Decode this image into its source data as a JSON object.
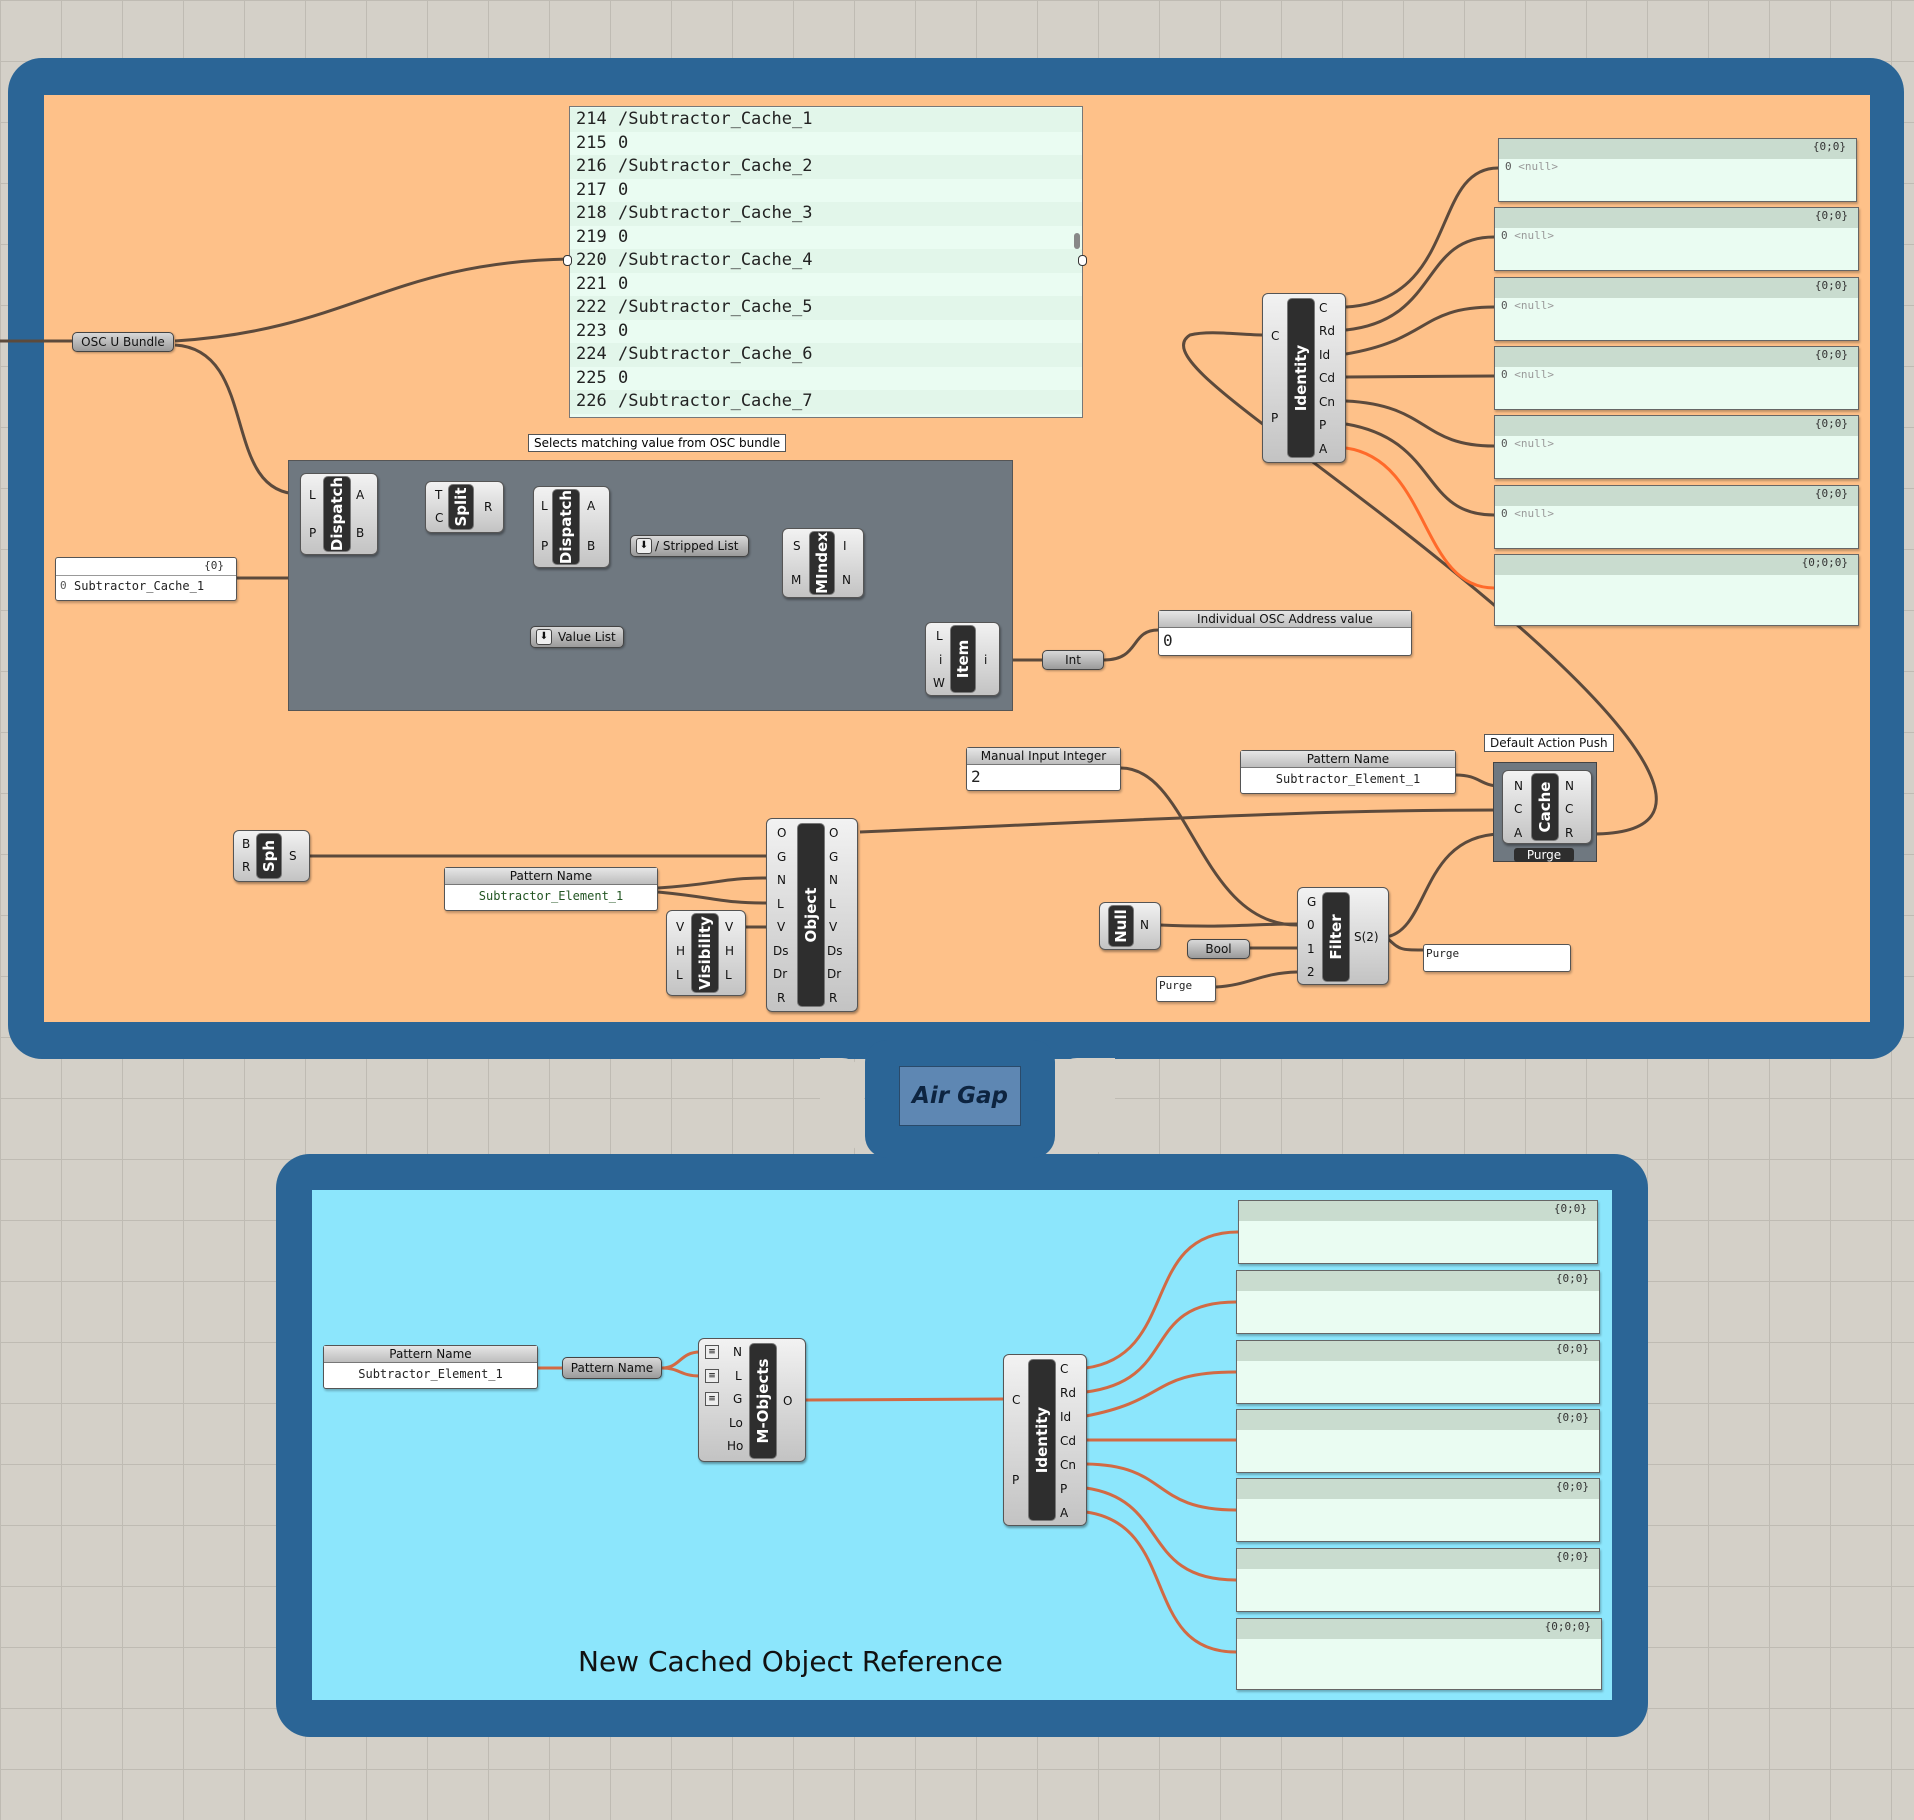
{
  "osc_bundle": {
    "label": "OSC U  Bundle"
  },
  "osc_list": [
    {
      "i": "214",
      "v": "/Subtractor_Cache_1"
    },
    {
      "i": "215",
      "v": "0"
    },
    {
      "i": "216",
      "v": "/Subtractor_Cache_2"
    },
    {
      "i": "217",
      "v": "0"
    },
    {
      "i": "218",
      "v": "/Subtractor_Cache_3"
    },
    {
      "i": "219",
      "v": "0"
    },
    {
      "i": "220",
      "v": "/Subtractor_Cache_4"
    },
    {
      "i": "221",
      "v": "0"
    },
    {
      "i": "222",
      "v": "/Subtractor_Cache_5"
    },
    {
      "i": "223",
      "v": "0"
    },
    {
      "i": "224",
      "v": "/Subtractor_Cache_6"
    },
    {
      "i": "225",
      "v": "0"
    },
    {
      "i": "226",
      "v": "/Subtractor_Cache_7"
    }
  ],
  "dispatch_group": {
    "label": "Selects matching value from OSC bundle"
  },
  "address_panel": {
    "path": "{0}",
    "idx": "0",
    "value": "Subtractor_Cache_1"
  },
  "components": {
    "dispatch1": {
      "name": "Dispatch",
      "in": [
        "L",
        "P"
      ],
      "out": [
        "A",
        "B"
      ]
    },
    "split": {
      "name": "Split",
      "in": [
        "T",
        "C"
      ],
      "out": [
        "R"
      ]
    },
    "dispatch2": {
      "name": "Dispatch",
      "in": [
        "L",
        "P"
      ],
      "out": [
        "A",
        "B"
      ]
    },
    "stripped": {
      "label": "/ Stripped List"
    },
    "mindex": {
      "name": "MIndex",
      "in": [
        "S",
        "M"
      ],
      "out": [
        "I",
        "N"
      ]
    },
    "valuelist": {
      "label": "Value List"
    },
    "item": {
      "name": "Item",
      "in": [
        "L",
        "i",
        "W"
      ],
      "out": [
        "i"
      ]
    },
    "int": {
      "label": "Int"
    },
    "identity_top": {
      "name": "Identity",
      "in": [
        "C",
        "P"
      ],
      "out": [
        "C",
        "Rd",
        "Id",
        "Cd",
        "Cn",
        "P",
        "A"
      ]
    },
    "sph": {
      "name": "Sph",
      "in": [
        "B",
        "R"
      ],
      "out": [
        "S"
      ]
    },
    "object": {
      "name": "Object",
      "in": [
        "O",
        "G",
        "N",
        "L",
        "V",
        "Ds",
        "Dr",
        "R"
      ],
      "out": [
        "O",
        "G",
        "N",
        "L",
        "V",
        "Ds",
        "Dr",
        "R"
      ]
    },
    "visibility": {
      "name": "Visibility",
      "in": [
        "V",
        "H",
        "L"
      ],
      "out": [
        "V",
        "H",
        "L"
      ]
    },
    "cache": {
      "name": "Cache",
      "in": [
        "N",
        "C",
        "A"
      ],
      "out": [
        "N",
        "C",
        "R"
      ],
      "footer": "Purge"
    },
    "filter": {
      "name": "Filter",
      "in": [
        "G",
        "0",
        "1",
        "2"
      ],
      "out": [
        "S(2)"
      ]
    },
    "null": {
      "name": "Null",
      "out": [
        "N"
      ]
    },
    "bool": {
      "label": "Bool"
    },
    "mobjects": {
      "name": "M-Objects",
      "in": [
        "N",
        "L",
        "G",
        "Lo",
        "Ho"
      ],
      "out": [
        "O"
      ]
    },
    "identity_bot": {
      "name": "Identity",
      "in": [
        "C",
        "P"
      ],
      "out": [
        "C",
        "Rd",
        "Id",
        "Cd",
        "Cn",
        "P",
        "A"
      ]
    },
    "pattern_pill": {
      "label": "Pattern Name"
    }
  },
  "osc_value_panel": {
    "title": "Individual OSC Address value",
    "value": "0"
  },
  "manual_input": {
    "title": "Manual Input Integer",
    "value": "2"
  },
  "pattern_top": {
    "title": "Pattern Name",
    "value": "Subtractor_Element_1"
  },
  "pattern_obj": {
    "title": "Pattern Name",
    "value": "Subtractor_Element_1"
  },
  "pattern_bot": {
    "title": "Pattern Name",
    "value": "Subtractor_Element_1"
  },
  "default_action": {
    "label": "Default Action Push"
  },
  "purge_in": {
    "value": "Purge"
  },
  "purge_out": {
    "value": "Purge"
  },
  "air_gap": {
    "label": "Air Gap"
  },
  "bottom_title": {
    "label": "New Cached Object Reference"
  },
  "top_outputs": [
    {
      "path": "{0;0}",
      "idx": "0",
      "val": "<null>"
    },
    {
      "path": "{0;0}",
      "idx": "0",
      "val": "<null>"
    },
    {
      "path": "{0;0}",
      "idx": "0",
      "val": "<null>"
    },
    {
      "path": "{0;0}",
      "idx": "0",
      "val": "<null>"
    },
    {
      "path": "{0;0}",
      "idx": "0",
      "val": "<null>"
    },
    {
      "path": "{0;0}",
      "idx": "0",
      "val": "<null>"
    },
    {
      "path": "{0;0;0}",
      "idx": "",
      "val": ""
    }
  ],
  "bottom_outputs": [
    {
      "path": "{0;0}"
    },
    {
      "path": "{0;0}"
    },
    {
      "path": "{0;0}"
    },
    {
      "path": "{0;0}"
    },
    {
      "path": "{0;0}"
    },
    {
      "path": "{0;0}"
    },
    {
      "path": "{0;0;0}"
    }
  ],
  "colors": {
    "frame": "#2b6596",
    "top_group": "#fec189",
    "bottom_group": "#8ce6fc",
    "wire": "#5c4a3c",
    "wire_orange": "#ff6a2a",
    "wire_bottom": "#d26a44"
  }
}
